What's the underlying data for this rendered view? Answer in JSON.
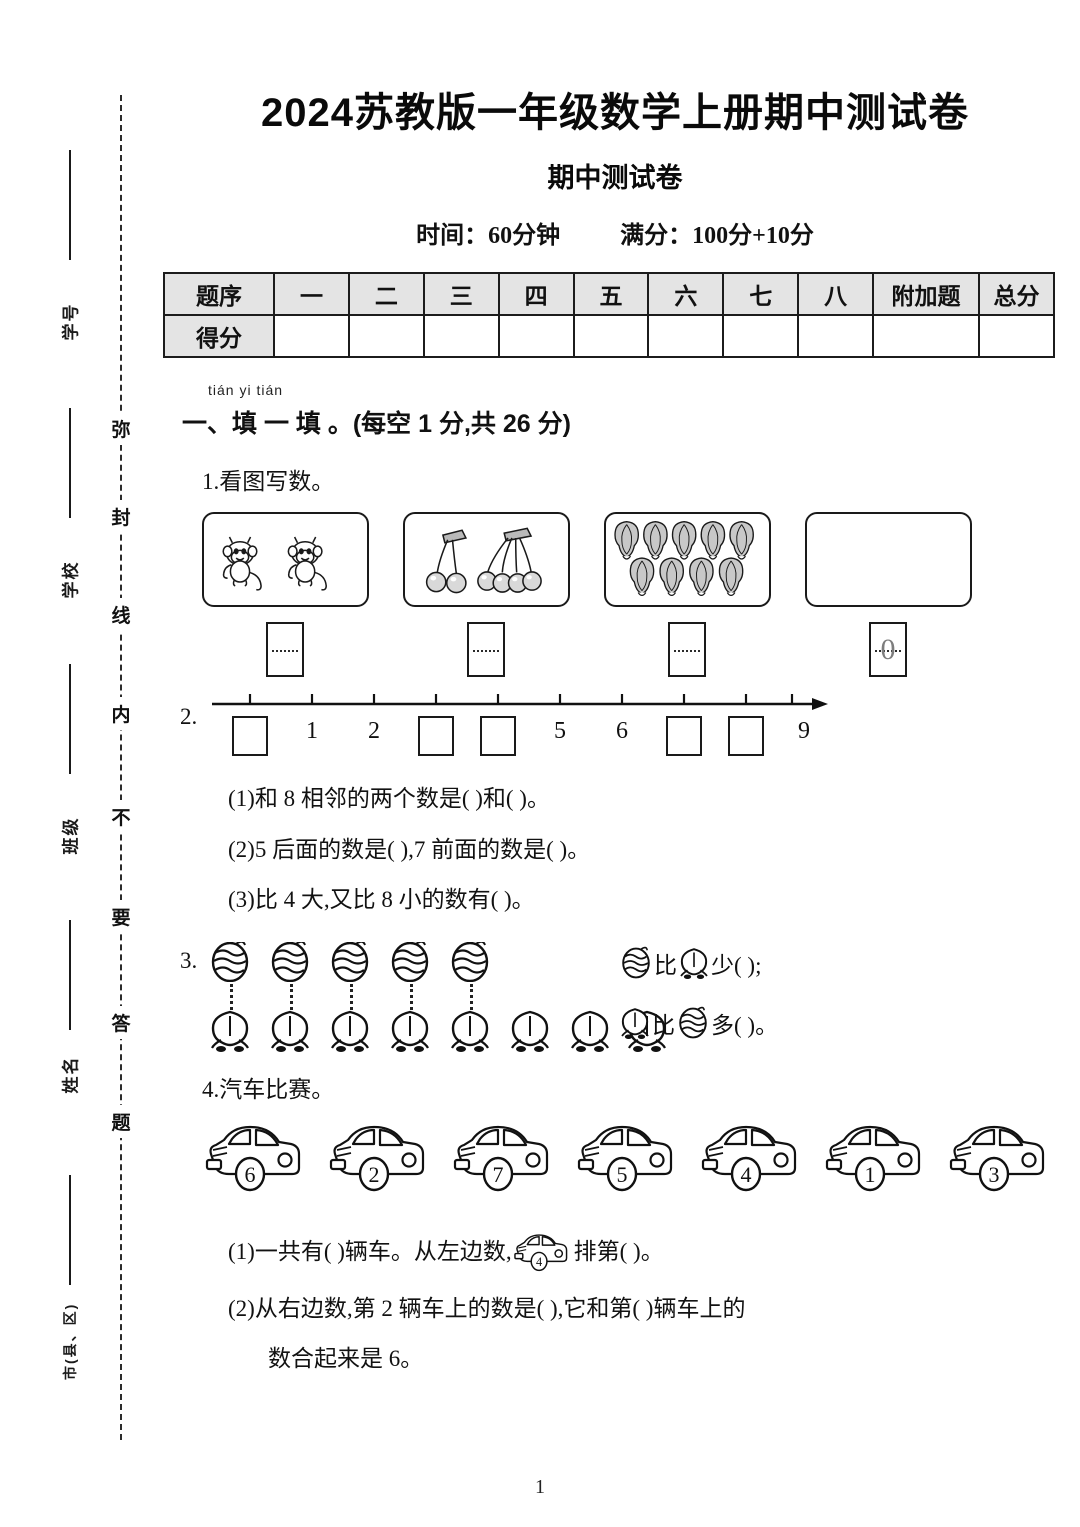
{
  "seal": {
    "labels": [
      "学号",
      "学校",
      "班级",
      "姓名",
      "市(县、区)"
    ],
    "line_chars": [
      "弥",
      "封",
      "线",
      "内",
      "不",
      "要",
      "答",
      "题"
    ]
  },
  "header": {
    "title": "2024苏教版一年级数学上册期中测试卷",
    "subtitle": "期中测试卷",
    "time_label": "时间：60分钟",
    "score_label": "满分：100分+10分"
  },
  "score_table": {
    "row_labels": [
      "题序",
      "得分"
    ],
    "columns": [
      "一",
      "二",
      "三",
      "四",
      "五",
      "六",
      "七",
      "八",
      "附加题",
      "总分"
    ],
    "scores": [
      "",
      "",
      "",
      "",
      "",
      "",
      "",
      "",
      "",
      ""
    ]
  },
  "section1": {
    "pinyin": "tián  yi  tián",
    "heading": "一、填 一 填 。(每空 1 分,共 26 分)",
    "q1": {
      "prompt": "1.看图写数。",
      "boxes": [
        {
          "kind": "monkey",
          "count": 2,
          "answer": ""
        },
        {
          "kind": "cherry",
          "count": 6,
          "answer": ""
        },
        {
          "kind": "cabbage",
          "count": 9,
          "answer": ""
        },
        {
          "kind": "empty",
          "count": 0,
          "answer": "0"
        }
      ]
    },
    "q2": {
      "label": "2.",
      "cells": [
        "",
        "1",
        "2",
        "",
        "",
        "5",
        "6",
        "",
        "",
        "9"
      ],
      "subs": [
        "(1)和 8 相邻的两个数是(       )和(       )。",
        "(2)5 后面的数是(        ),7 前面的数是(        )。",
        "(3)比 4 大,又比 8 小的数有(              )。"
      ]
    },
    "q3": {
      "label": "3.",
      "ball_count": 5,
      "peach_count": 8,
      "line1_pre": "比",
      "line1_post": "少(        );",
      "line2_pre": "比",
      "line2_post": "多(        )。"
    },
    "q4": {
      "prompt": "4.汽车比赛。",
      "car_numbers": [
        "6",
        "2",
        "7",
        "5",
        "4",
        "1",
        "3"
      ],
      "sub1_a": "(1)一共有(       )辆车。从左边数,",
      "sub1_car": "4",
      "sub1_b": "排第(        )。",
      "sub2": "(2)从右边数,第 2 辆车上的数是(        ),它和第(        )辆车上的",
      "sub2_cont": "数合起来是 6。"
    }
  },
  "footer": {
    "page_number": "1"
  }
}
